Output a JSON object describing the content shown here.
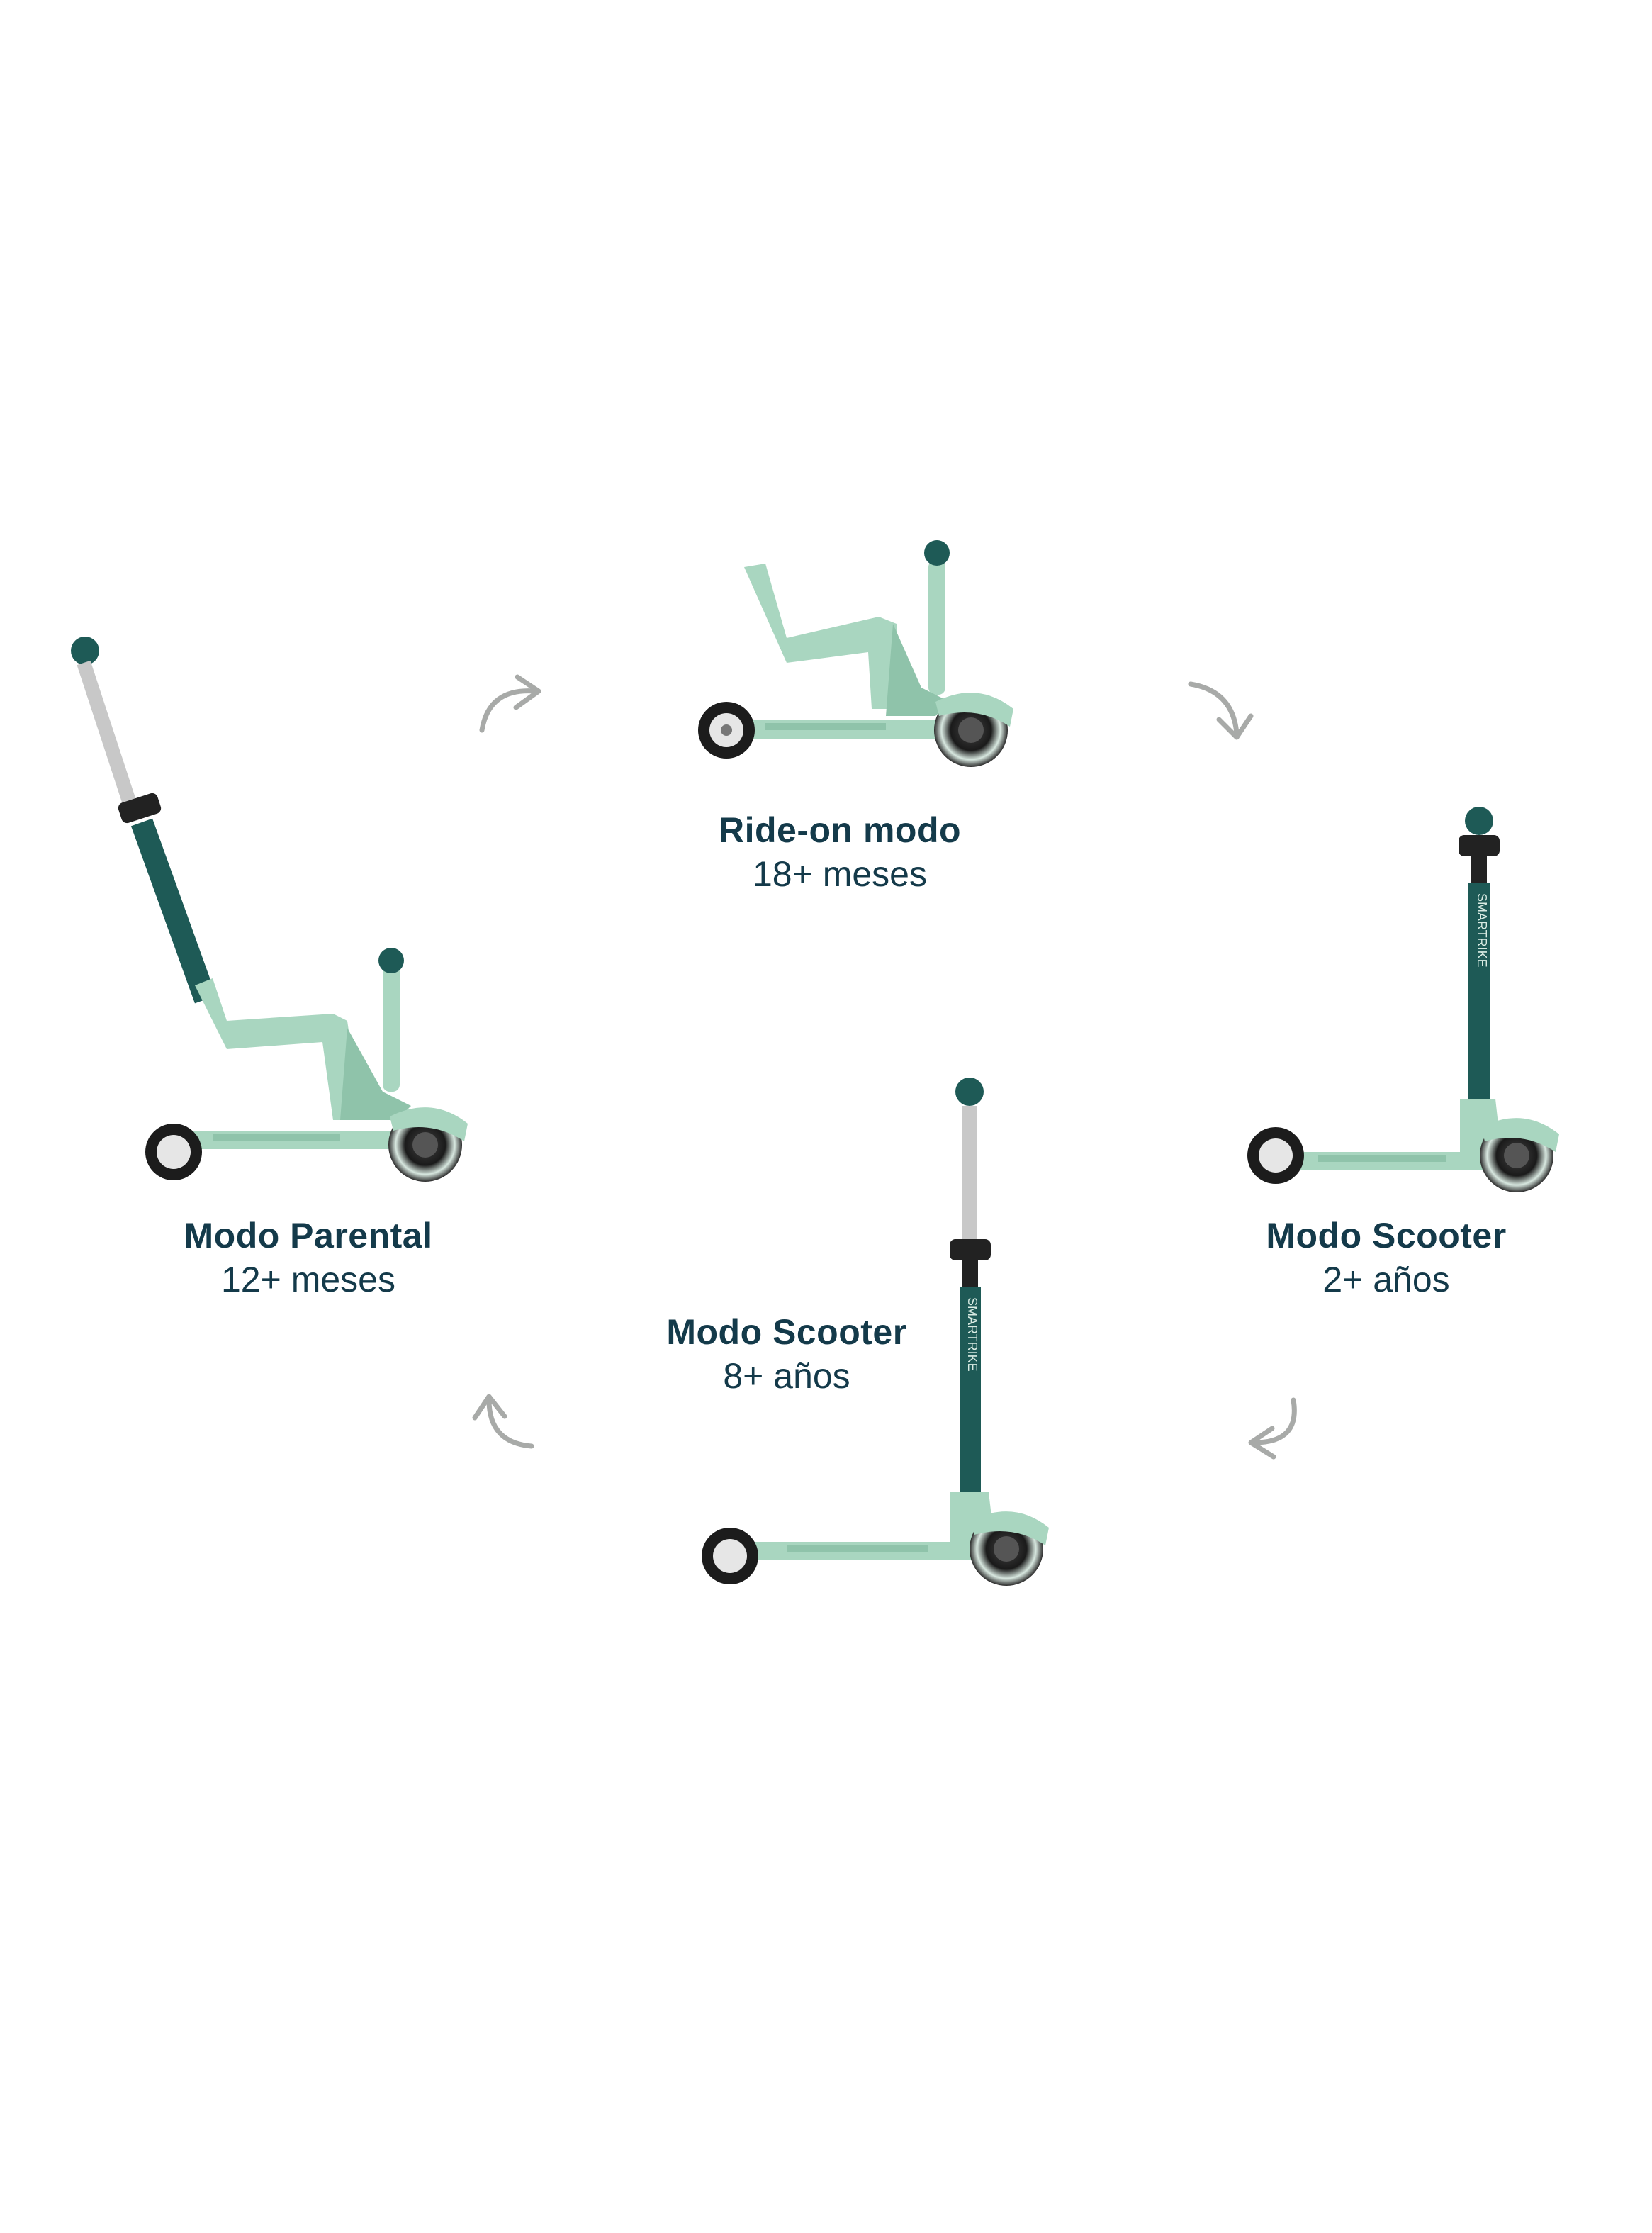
{
  "modes": [
    {
      "key": "ride-on",
      "title": "Ride-on modo",
      "age": "18+ meses"
    },
    {
      "key": "scooter-2",
      "title": "Modo Scooter",
      "age": "2+ años"
    },
    {
      "key": "scooter-8",
      "title": "Modo Scooter",
      "age": "8+ años"
    },
    {
      "key": "parental",
      "title": "Modo Parental",
      "age": "12+ meses"
    }
  ],
  "brand_text": "SMARTRIKE",
  "colors": {
    "body_mint": "#a9d6c0",
    "body_mint_dark": "#8fc3aa",
    "stem_teal": "#1e5a56",
    "text_navy": "#143a4a",
    "arrow_gray": "#a8aaa8",
    "wheel_black": "#1c1c1c"
  },
  "icons": [
    "curved-arrow-icon"
  ]
}
